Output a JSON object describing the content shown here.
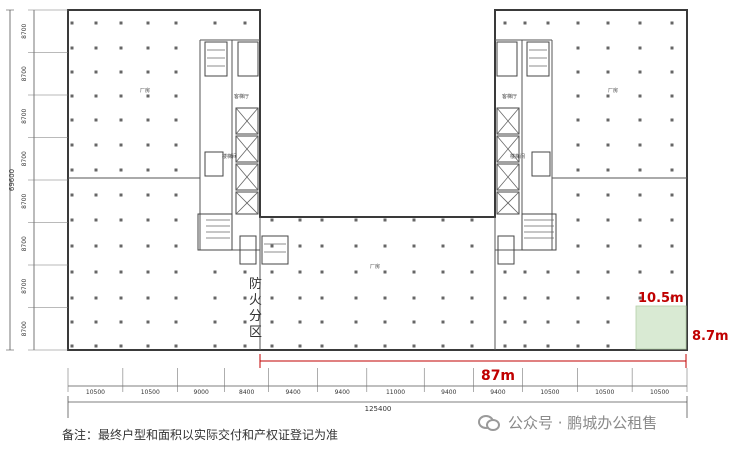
{
  "plan": {
    "total_height_label": "69600",
    "row_spacing_label": "8700",
    "row_count": 8,
    "total_width_label": "125400",
    "bay_widths": [
      "10500",
      "10500",
      "9000",
      "8400",
      "9400",
      "9400",
      "11000",
      "9400",
      "9400",
      "10500",
      "10500",
      "10500"
    ],
    "unit_label": "厂房",
    "stair_label": "楼梯间",
    "core_label": "客梯厅",
    "firewall_label": "防火分区",
    "dims": {
      "length_87": "87m",
      "width_10_5": "10.5m",
      "height_8_7": "8.7m"
    },
    "colors": {
      "wall": "#3a3a3a",
      "dimension_red": "#c00000",
      "highlight_fill": "#d9ead3"
    }
  },
  "footer": {
    "note": "备注：最终户型和面积以实际交付和产权证登记为准",
    "watermark": "公众号 · 鹏城办公租售"
  }
}
